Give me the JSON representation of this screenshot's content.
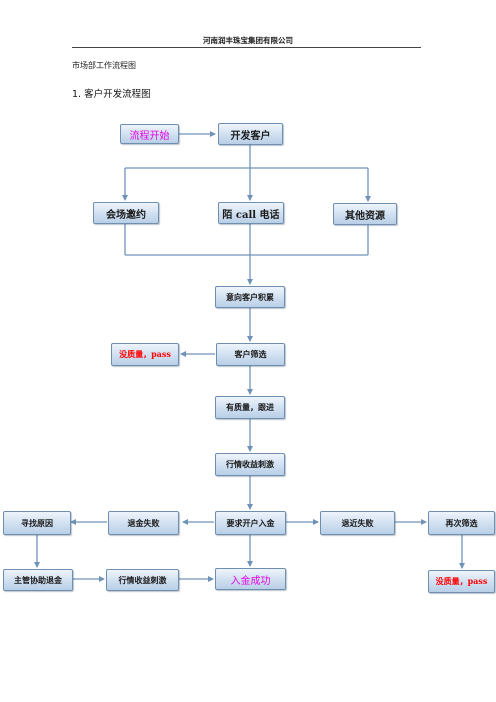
{
  "header": {
    "company": "河南润丰珠宝集团有限公司"
  },
  "document": {
    "heading": "市场部工作流程图",
    "section": "1. 客户开发流程图"
  },
  "nodes": {
    "start": "流程开始",
    "develop": "开发客户",
    "venue": "会场邀约",
    "cold_call": "陌 call 电话",
    "other": "其他资源",
    "accumulate": "意向客户积累",
    "filter": "客户筛选",
    "no_quality_1": "没质量，pass",
    "quality_follow": "有质量，跟进",
    "market_stimulus_1": "行情收益刺激",
    "request_deposit": "要求开户入金",
    "withdraw_fail": "退金失败",
    "find_reason": "寻找原因",
    "supervisor_help": "主管协助退金",
    "market_stimulus_2": "行情收益刺激",
    "deposit_success": "入金成功",
    "recent_fail": "退近失败",
    "refilter": "再次筛选",
    "no_quality_2": "没质量，pass"
  },
  "colors": {
    "connector": "#6f93b8",
    "magenta_text": "#e600e6",
    "red_text": "#ff0000"
  }
}
